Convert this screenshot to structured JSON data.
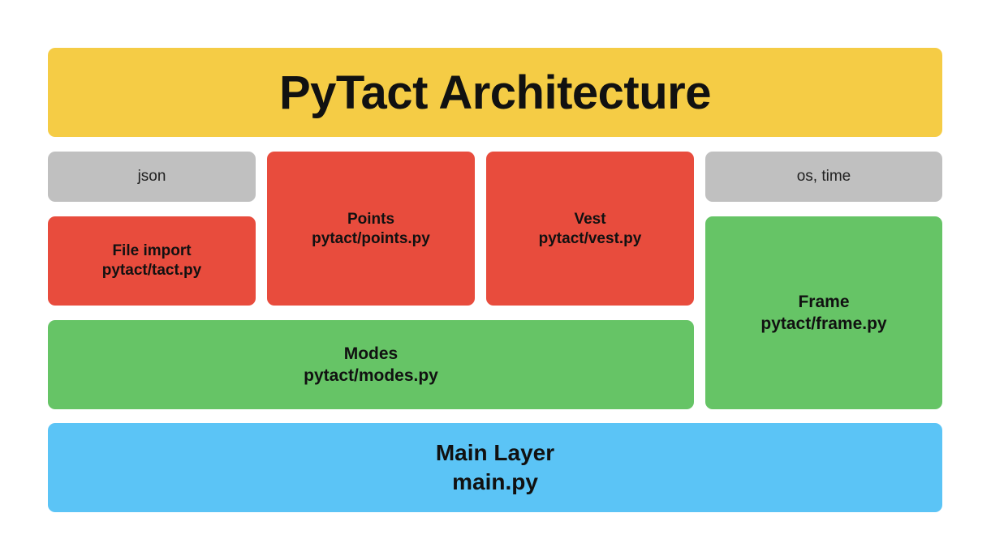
{
  "title": "PyTact Architecture",
  "libraries": {
    "json": "json",
    "os_time": "os, time"
  },
  "modules": {
    "file_import": {
      "name": "File import",
      "file": "pytact/tact.py"
    },
    "points": {
      "name": "Points",
      "file": "pytact/points.py"
    },
    "vest": {
      "name": "Vest",
      "file": "pytact/vest.py"
    },
    "modes": {
      "name": "Modes",
      "file": "pytact/modes.py"
    },
    "frame": {
      "name": "Frame",
      "file": "pytact/frame.py"
    },
    "main": {
      "name": "Main Layer",
      "file": "main.py"
    }
  },
  "colors": {
    "title": "#F5CC45",
    "library": "#C0C0C0",
    "data_module": "#E84C3D",
    "logic_module": "#66C466",
    "main_layer": "#5BC4F6"
  }
}
